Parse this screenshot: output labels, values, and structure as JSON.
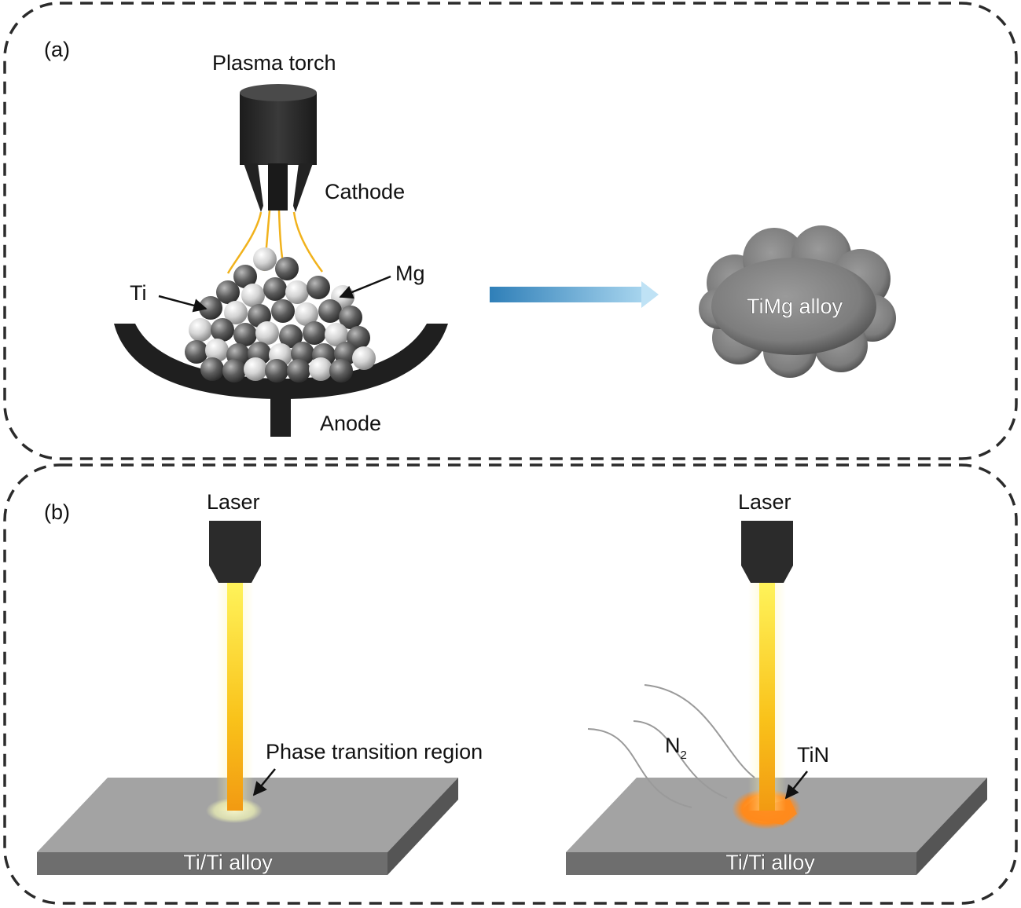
{
  "panel_a": {
    "tag": "(a)",
    "torch_label": "Plasma torch",
    "cathode_label": "Cathode",
    "ti_label": "Ti",
    "mg_label": "Mg",
    "anode_label": "Anode",
    "product_label": "TiMg alloy"
  },
  "panel_b": {
    "tag": "(b)",
    "left": {
      "laser_label": "Laser",
      "region_label": "Phase transition region",
      "substrate_label": "Ti/Ti alloy"
    },
    "right": {
      "laser_label": "Laser",
      "gas_label": "N",
      "gas_subscript": "2",
      "product_label": "TiN",
      "substrate_label": "Ti/Ti alloy"
    }
  },
  "colors": {
    "frame": "#2b2b2b",
    "torch": "#2a2a2a",
    "anode": "#1f1f1f",
    "arc": "#f1b21c",
    "arrow_blue": "#3d8fc2",
    "beam": "#f5b800",
    "plate_top": "#9d9d9d",
    "tin_glow": "#ff8a1c"
  }
}
